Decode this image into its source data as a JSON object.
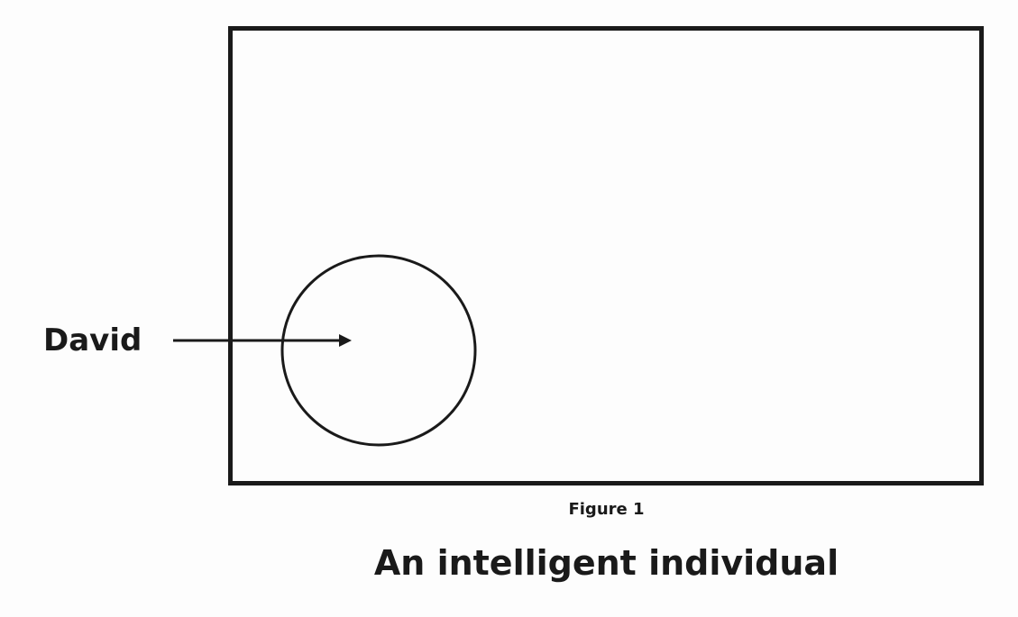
{
  "label": "David",
  "figure_label": "Figure 1",
  "caption": "An intelligent individual",
  "colors": {
    "stroke": "#1a1a1a",
    "background": "#fdfdfd"
  }
}
